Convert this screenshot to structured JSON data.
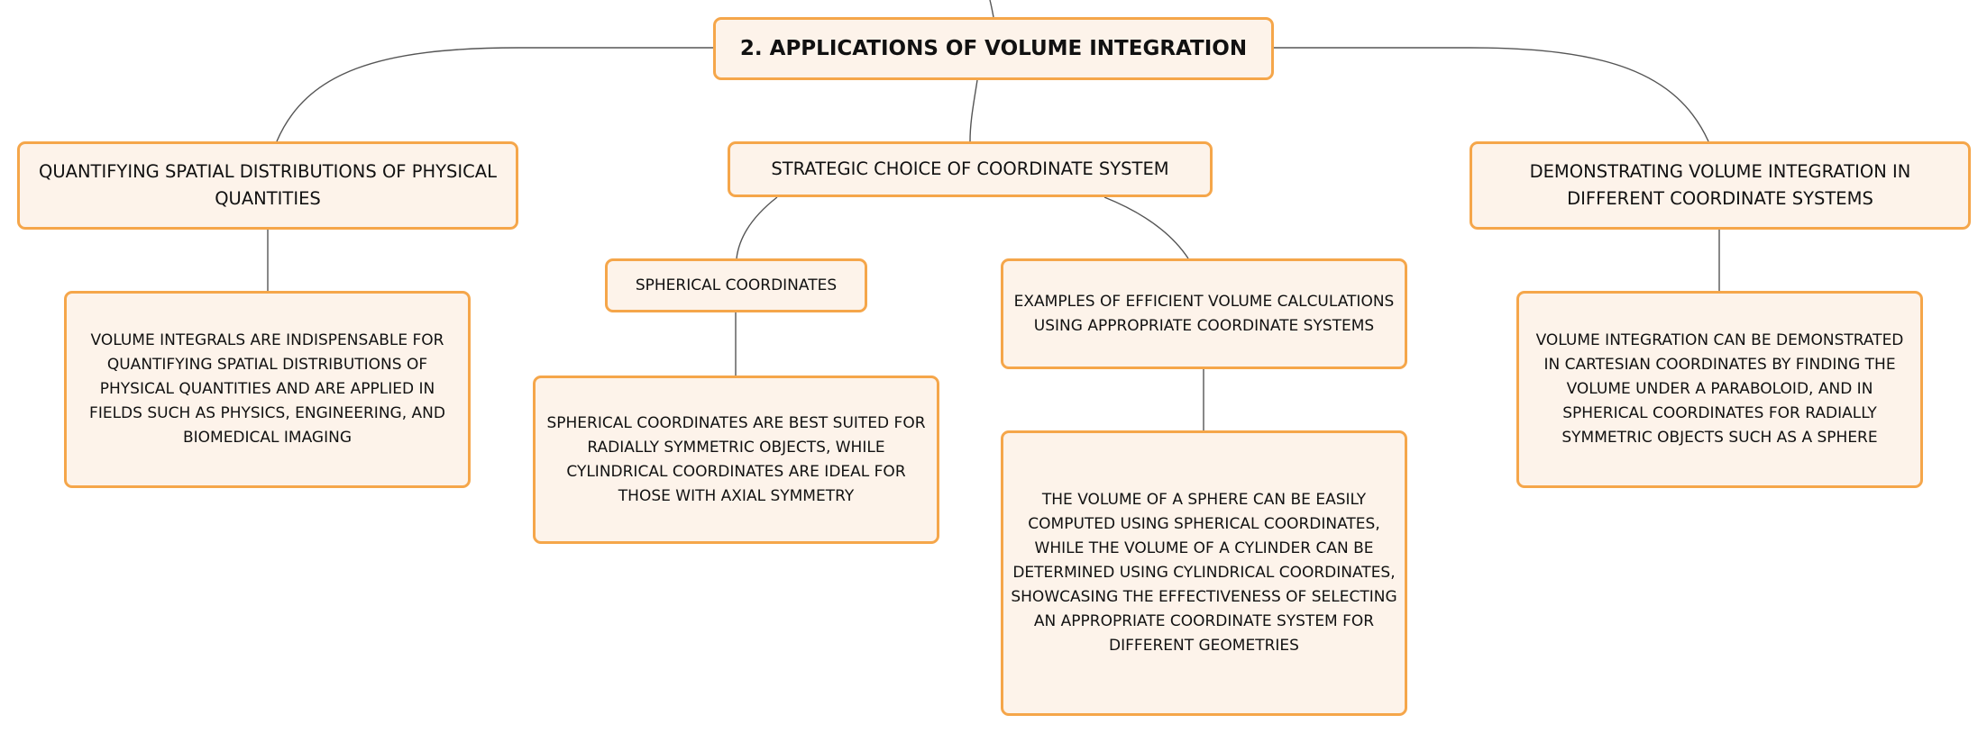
{
  "map": {
    "root": "2. APPLICATIONS OF VOLUME INTEGRATION",
    "quantifying": {
      "title": "QUANTIFYING SPATIAL DISTRIBUTIONS OF PHYSICAL QUANTITIES",
      "detail": "VOLUME INTEGRALS ARE INDISPENSABLE FOR QUANTIFYING SPATIAL DISTRIBUTIONS OF PHYSICAL QUANTITIES AND ARE APPLIED IN FIELDS SUCH AS PHYSICS, ENGINEERING, AND BIOMEDICAL IMAGING"
    },
    "strategic": {
      "title": "STRATEGIC CHOICE OF COORDINATE SYSTEM",
      "spherical": {
        "title": "SPHERICAL COORDINATES",
        "detail": "SPHERICAL COORDINATES ARE BEST SUITED FOR RADIALLY SYMMETRIC OBJECTS, WHILE CYLINDRICAL COORDINATES ARE IDEAL FOR THOSE WITH AXIAL SYMMETRY"
      },
      "examples": {
        "title": "EXAMPLES OF EFFICIENT VOLUME CALCULATIONS USING APPROPRIATE COORDINATE SYSTEMS",
        "detail": "THE VOLUME OF A SPHERE CAN BE EASILY COMPUTED USING SPHERICAL COORDINATES, WHILE THE VOLUME OF A CYLINDER CAN BE DETERMINED USING CYLINDRICAL COORDINATES, SHOWCASING THE EFFECTIVENESS OF SELECTING AN APPROPRIATE COORDINATE SYSTEM FOR DIFFERENT GEOMETRIES"
      }
    },
    "demonstrating": {
      "title": "DEMONSTRATING VOLUME INTEGRATION IN DIFFERENT COORDINATE SYSTEMS",
      "detail": "VOLUME INTEGRATION CAN BE DEMONSTRATED IN CARTESIAN COORDINATES BY FINDING THE VOLUME UNDER A PARABOLOID, AND IN SPHERICAL COORDINATES FOR RADIALLY SYMMETRIC OBJECTS SUCH AS A SPHERE"
    }
  },
  "colors": {
    "node_fill": "#fdf3ea",
    "node_border": "#f5a64a",
    "connector": "#555555",
    "text": "#111111"
  }
}
